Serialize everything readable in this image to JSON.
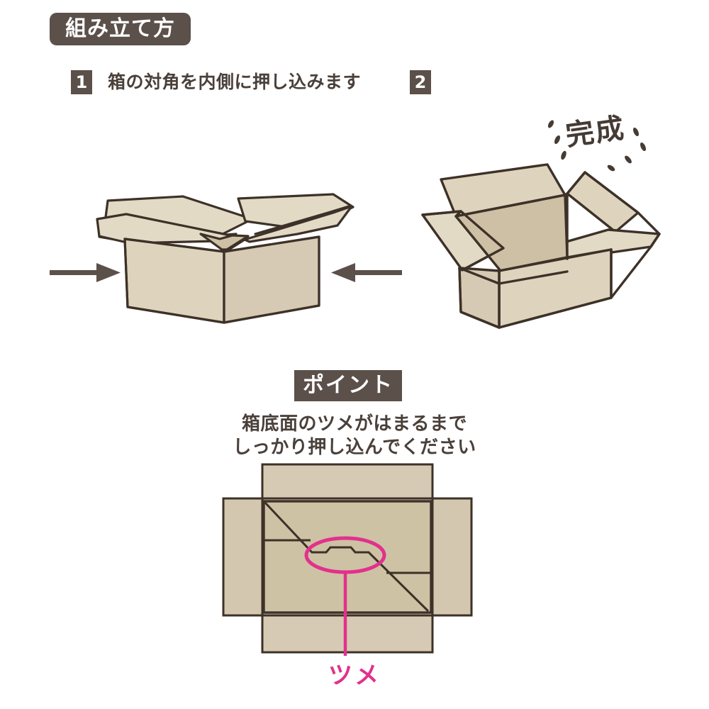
{
  "page": {
    "title_badge": "組み立て方",
    "background_color": "#ffffff"
  },
  "colors": {
    "badge_brown": "#5b504a",
    "text_brown": "#4a403a",
    "outline_brown": "#3d3128",
    "cardboard_light": "#e3dac6",
    "cardboard_mid": "#d6cab4",
    "cardboard_dark": "#cdc0a4",
    "accent_pink": "#e2318c"
  },
  "steps": [
    {
      "number": "1",
      "caption": "箱の対角を内側に押し込みます",
      "illustration": "open-box-push-corners",
      "arrows": [
        "arrow-right",
        "arrow-left"
      ]
    },
    {
      "number": "2",
      "caption": "",
      "illustration": "assembled-open-box",
      "annotation": "完成"
    }
  ],
  "point_section": {
    "badge": "ポイント",
    "lines": [
      "箱底面のツメがはまるまで",
      "しっかり押し込んでください"
    ],
    "diagram": {
      "name": "box-bottom-flat-layout",
      "callout_label": "ツメ",
      "callout_shape": "ellipse-highlight",
      "callout_color": "#e2318c"
    }
  }
}
